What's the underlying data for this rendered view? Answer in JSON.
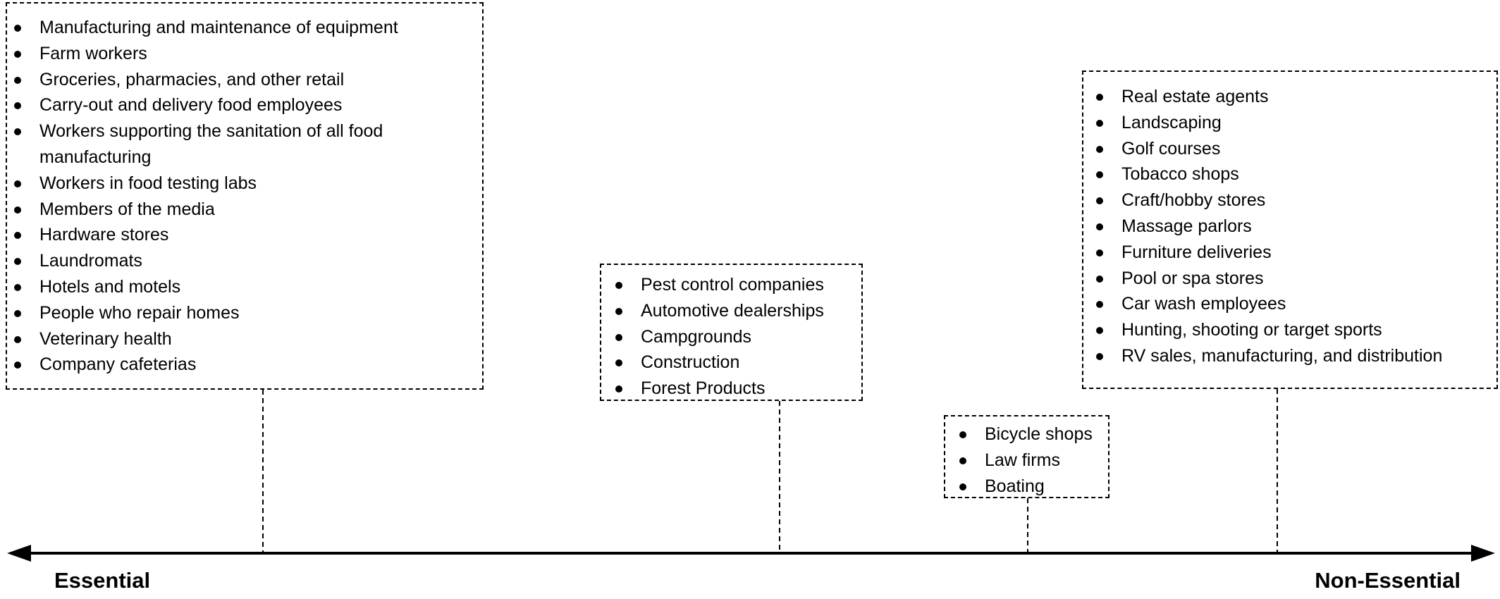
{
  "diagram": {
    "axis": {
      "left_label": "Essential",
      "right_label": "Non-Essential"
    },
    "groups": [
      {
        "id": "essential",
        "items": [
          "Manufacturing and maintenance of equipment",
          "Farm workers",
          "Groceries, pharmacies, and other retail",
          "Carry-out and delivery food employees",
          "Workers supporting the sanitation of all food manufacturing",
          "Workers in food testing labs",
          "Members of the media",
          "Hardware stores",
          "Laundromats",
          "Hotels and motels",
          "People who repair homes",
          "Veterinary health",
          "Company cafeterias"
        ]
      },
      {
        "id": "mid1",
        "items": [
          "Pest control companies",
          "Automotive dealerships",
          "Campgrounds",
          "Construction",
          "Forest Products"
        ]
      },
      {
        "id": "mid2",
        "items": [
          "Bicycle shops",
          "Law firms",
          "Boating"
        ]
      },
      {
        "id": "nonessential",
        "items": [
          "Real estate agents",
          "Landscaping",
          "Golf courses",
          "Tobacco shops",
          "Craft/hobby stores",
          "Massage parlors",
          "Furniture deliveries",
          "Pool or spa stores",
          "Car wash employees",
          "Hunting, shooting or target sports",
          "RV sales, manufacturing, and distribution"
        ]
      }
    ]
  }
}
